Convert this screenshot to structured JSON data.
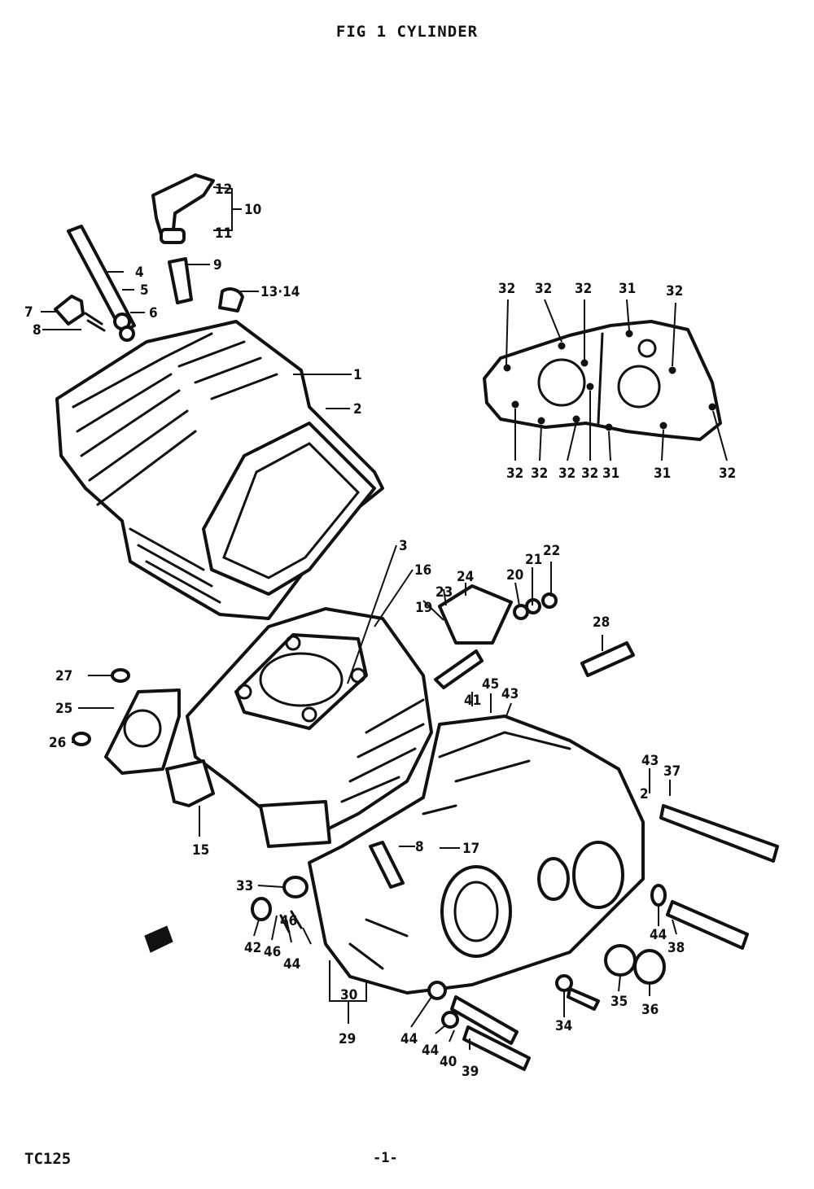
{
  "header": {
    "title": "FIG 1  CYLINDER"
  },
  "footer": {
    "model": "TC125",
    "page": "-1-"
  },
  "callouts": [
    {
      "id": "c1",
      "label": "1"
    },
    {
      "id": "c2",
      "label": "2"
    },
    {
      "id": "c3",
      "label": "3"
    },
    {
      "id": "c4",
      "label": "4"
    },
    {
      "id": "c5",
      "label": "5"
    },
    {
      "id": "c6",
      "label": "6"
    },
    {
      "id": "c7",
      "label": "7"
    },
    {
      "id": "c8",
      "label": "8"
    },
    {
      "id": "c9",
      "label": "9"
    },
    {
      "id": "c10",
      "label": "10"
    },
    {
      "id": "c11",
      "label": "11"
    },
    {
      "id": "c12",
      "label": "12"
    },
    {
      "id": "c13",
      "label": "13·14"
    },
    {
      "id": "c15",
      "label": "15"
    },
    {
      "id": "c16",
      "label": "16"
    },
    {
      "id": "c17",
      "label": "17"
    },
    {
      "id": "c18",
      "label": "8"
    },
    {
      "id": "c19",
      "label": "19"
    },
    {
      "id": "c20",
      "label": "20"
    },
    {
      "id": "c21",
      "label": "21"
    },
    {
      "id": "c22",
      "label": "22"
    },
    {
      "id": "c23",
      "label": "23"
    },
    {
      "id": "c24",
      "label": "24"
    },
    {
      "id": "c25",
      "label": "25"
    },
    {
      "id": "c26",
      "label": "26"
    },
    {
      "id": "c27",
      "label": "27"
    },
    {
      "id": "c28",
      "label": "28"
    },
    {
      "id": "c29",
      "label": "29"
    },
    {
      "id": "c30",
      "label": "30"
    },
    {
      "id": "c33",
      "label": "33"
    },
    {
      "id": "c34",
      "label": "34"
    },
    {
      "id": "c35",
      "label": "35"
    },
    {
      "id": "c36",
      "label": "36"
    },
    {
      "id": "c37",
      "label": "37"
    },
    {
      "id": "c38",
      "label": "38"
    },
    {
      "id": "c39",
      "label": "39"
    },
    {
      "id": "c40",
      "label": "40"
    },
    {
      "id": "c41",
      "label": "41"
    },
    {
      "id": "c42",
      "label": "42"
    },
    {
      "id": "c43a",
      "label": "43"
    },
    {
      "id": "c43b",
      "label": "43"
    },
    {
      "id": "c44a",
      "label": "44"
    },
    {
      "id": "c44b",
      "label": "44"
    },
    {
      "id": "c44c",
      "label": "44"
    },
    {
      "id": "c44d",
      "label": "44"
    },
    {
      "id": "c45",
      "label": "45"
    },
    {
      "id": "c46",
      "label": "46"
    },
    {
      "id": "c46b",
      "label": "46"
    },
    {
      "id": "c2b",
      "label": "2"
    }
  ],
  "inset_callouts": {
    "top": [
      "32",
      "32",
      "32",
      "31",
      "32"
    ],
    "bottom": [
      "32",
      "32",
      "32",
      "32",
      "31",
      "31",
      "32"
    ]
  }
}
